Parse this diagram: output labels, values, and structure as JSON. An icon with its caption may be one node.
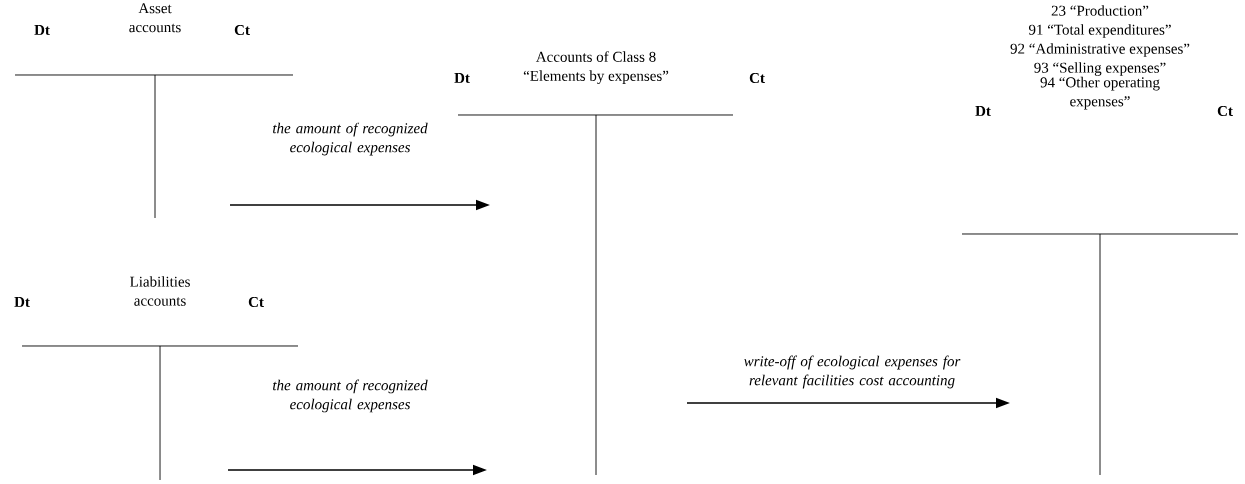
{
  "diagram": {
    "nodes": [
      {
        "text": [
          "Dt",
          "Asset accounts",
          "Ct"
        ]
      },
      {
        "text": [
          "Dt",
          "Liabilities accounts",
          "Ct"
        ]
      },
      {
        "text": [
          "Dt",
          "Accounts of Class 8 “Elements by expenses”",
          "Ct"
        ]
      },
      {
        "text": [
          "23 “Production”",
          "91 “Total expenditures”",
          "92 “Administrative expenses”",
          "93 “Selling expenses”",
          "94 “Other operating expenses”",
          "Dt",
          "Ct"
        ]
      }
    ],
    "edges": [
      {
        "from": 0,
        "to": 2,
        "arrow": "to",
        "label": "the amount of recognized ecological expenses"
      },
      {
        "from": 1,
        "to": 2,
        "arrow": "to",
        "label": "the amount of recognized ecological expenses"
      },
      {
        "from": 2,
        "to": 3,
        "arrow": "to",
        "label": "write-off of ecological expenses for relevant facilities cost accounting"
      }
    ]
  }
}
